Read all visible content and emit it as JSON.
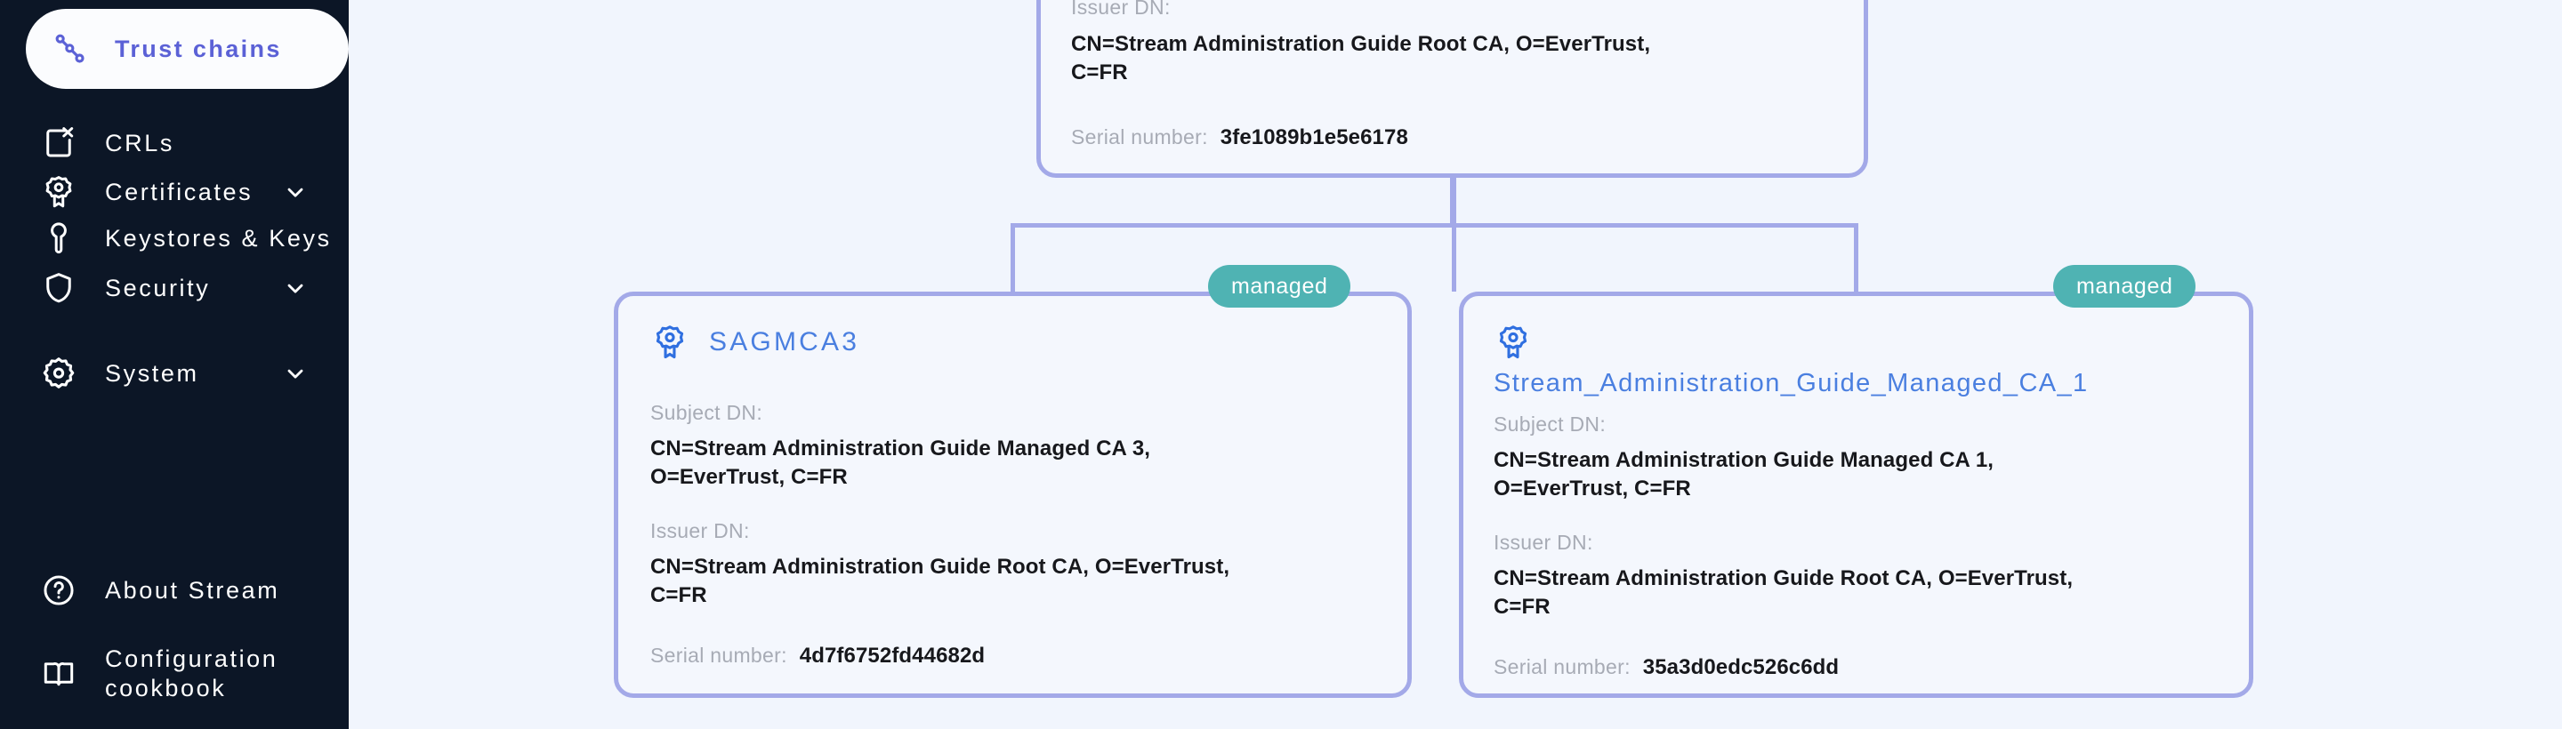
{
  "theme": {
    "sidebar_bg": "#0c1626",
    "canvas_bg": "#f1f5fd",
    "accent_purple": "#5b61d6",
    "connector": "#a3a9e8",
    "card_border": "#a3a9e8",
    "card_bg": "#f4f7fd",
    "title_blue": "#4a7fe0",
    "badge_teal": "#4fb3b3",
    "label_grey": "#a7abb5"
  },
  "sidebar": {
    "items": [
      {
        "label": "Trust chains",
        "icon": "chain-link-icon",
        "active": true,
        "expandable": false
      },
      {
        "label": "CRLs",
        "icon": "file-x-icon",
        "active": false,
        "expandable": false
      },
      {
        "label": "Certificates",
        "icon": "certificate-icon",
        "active": false,
        "expandable": true
      },
      {
        "label": "Keystores & Keys",
        "icon": "key-icon",
        "active": false,
        "expandable": false
      },
      {
        "label": "Security",
        "icon": "shield-icon",
        "active": false,
        "expandable": true
      },
      {
        "label": "System",
        "icon": "gear-icon",
        "active": false,
        "expandable": true
      },
      {
        "label": "About Stream",
        "icon": "question-circle-icon",
        "active": false,
        "expandable": false
      },
      {
        "label": "Configuration\ncookbook",
        "icon": "book-icon",
        "active": false,
        "expandable": false
      }
    ]
  },
  "tree": {
    "labels": {
      "subject_dn": "Subject DN:",
      "issuer_dn": "Issuer DN:",
      "serial_number": "Serial number:"
    },
    "root": {
      "issuer_dn": "CN=Stream Administration Guide Root CA, O=EverTrust,\nC=FR",
      "serial_number": "3fe1089b1e5e6178"
    },
    "children": [
      {
        "title": "SAGMCA3",
        "badge": "managed",
        "subject_dn": "CN=Stream Administration Guide Managed CA 3,\nO=EverTrust, C=FR",
        "issuer_dn": "CN=Stream Administration Guide Root CA, O=EverTrust,\nC=FR",
        "serial_number": "4d7f6752fd44682d"
      },
      {
        "title": "Stream_Administration_Guide_Managed_CA_1",
        "badge": "managed",
        "subject_dn": "CN=Stream Administration Guide Managed CA 1,\nO=EverTrust, C=FR",
        "issuer_dn": "CN=Stream Administration Guide Root CA, O=EverTrust,\nC=FR",
        "serial_number": "35a3d0edc526c6dd"
      }
    ]
  }
}
